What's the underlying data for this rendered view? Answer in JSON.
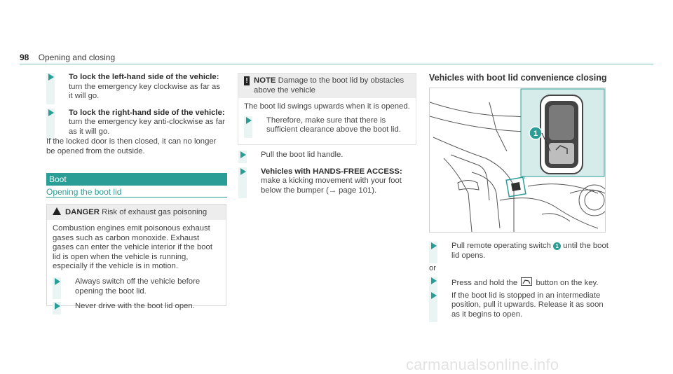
{
  "header": {
    "page_number": "98",
    "section": "Opening and closing"
  },
  "watermark": "carmanualsonline.info",
  "col1": {
    "items": [
      {
        "bold": "To lock the left-hand side of the vehicle:",
        "text": " turn the emergency key clockwise as far as it will go."
      },
      {
        "bold": "To lock the right-hand side of the vehicle:",
        "text": " turn the emergency key anti-clockwise as far as it will go."
      }
    ],
    "para": "If the locked door is then closed, it can no longer be opened from the outside.",
    "section_bar": "Boot",
    "subheading": "Opening the boot lid",
    "danger": {
      "label": "DANGER",
      "title": "Risk of exhaust gas poisoning",
      "body": "Combustion engines emit poisonous exhaust gases such as carbon monoxide. Exhaust gases can enter the vehicle interior if the boot lid is open when the vehicle is running, especially if the vehicle is in motion.",
      "bullets": [
        "Always switch off the vehicle before opening the boot lid.",
        "Never drive with the boot lid open."
      ]
    }
  },
  "col2": {
    "note": {
      "label": "NOTE",
      "title": "Damage to the boot lid by obstacles above the vehicle",
      "body": "The boot lid swings upwards when it is opened.",
      "bullet": "Therefore, make sure that there is sufficient clearance above the boot lid."
    },
    "items": [
      {
        "bold": "",
        "text": "Pull the boot lid handle."
      },
      {
        "bold": "Vehicles with HANDS-FREE ACCESS:",
        "text": " make a kicking movement with your foot below the bumper (→ page 101)."
      }
    ]
  },
  "col3": {
    "title": "Vehicles with boot lid convenience closing",
    "callout": "1",
    "step1_a": "Pull remote operating switch ",
    "step1_b": " until the boot lid opens.",
    "or": "or",
    "step2_a": "Press and hold the ",
    "step2_b": " button on the key.",
    "step3": "If the boot lid is stopped in an intermediate position, pull it upwards. Release it as soon as it begins to open."
  },
  "colors": {
    "accent": "#2a9d97",
    "callout": "#2a9d97"
  },
  "icons": {
    "step": "arrow-right-icon",
    "warning": "warning-triangle-icon",
    "note": "note-exclamation-icon",
    "boot_button": "boot-lid-icon"
  }
}
